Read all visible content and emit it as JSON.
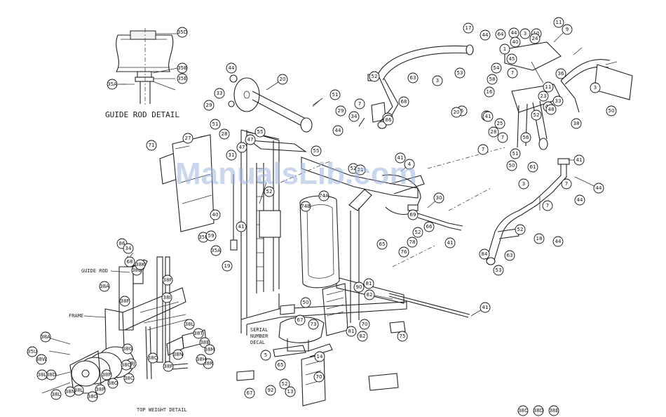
{
  "watermark": "ManualsLib.com",
  "captions": {
    "guide_rod_detail": "GUIDE ROD DETAIL",
    "top_weight_detail": "TOP WEIGHT DETAIL",
    "guide_rod_label": "GUIDE ROD",
    "frame_label": "FRAME",
    "serial_label_1": "SERIAL",
    "serial_label_2": "NUMBER",
    "serial_label_3": "DECAL"
  },
  "callouts": [
    "35D",
    "35B",
    "35E",
    "35A",
    "44",
    "20",
    "33",
    "51",
    "29",
    "29",
    "51",
    "47",
    "44",
    "27",
    "28",
    "71",
    "31",
    "55",
    "47",
    "55",
    "52",
    "41",
    "40",
    "35A",
    "35E",
    "19",
    "59",
    "52",
    "4",
    "21",
    "41",
    "74A",
    "74B",
    "30",
    "69",
    "52",
    "66",
    "41",
    "65",
    "78",
    "76",
    "6",
    "41",
    "90",
    "81",
    "82",
    "50",
    "67",
    "73",
    "70",
    "81",
    "82",
    "75",
    "5",
    "65",
    "14",
    "92",
    "52",
    "13",
    "70",
    "67",
    "68",
    "52",
    "63",
    "17",
    "44",
    "3",
    "7",
    "34",
    "86",
    "68",
    "53",
    "64",
    "44",
    "3",
    "10",
    "11",
    "9",
    "45",
    "1",
    "54",
    "40",
    "24",
    "7",
    "36",
    "11",
    "45",
    "25",
    "7",
    "3",
    "50",
    "58",
    "16",
    "76",
    "23",
    "33",
    "20",
    "41",
    "28",
    "51",
    "7",
    "50",
    "56",
    "61",
    "48",
    "52",
    "38",
    "41",
    "3",
    "7",
    "44",
    "44",
    "7",
    "52",
    "18",
    "44",
    "84",
    "53",
    "63",
    "86",
    "34",
    "68",
    "38B",
    "38A",
    "38K",
    "38F",
    "38F",
    "38I",
    "38L",
    "38T",
    "38E",
    "38M",
    "38R",
    "38Q",
    "38N",
    "38H",
    "38F",
    "38G",
    "38J",
    "38W",
    "38D",
    "38L",
    "38P",
    "38O",
    "38C",
    "38A",
    "35U",
    "38L",
    "38L",
    "38N",
    "38O",
    "38P",
    "38Q",
    "38C",
    "38D",
    "38E"
  ]
}
